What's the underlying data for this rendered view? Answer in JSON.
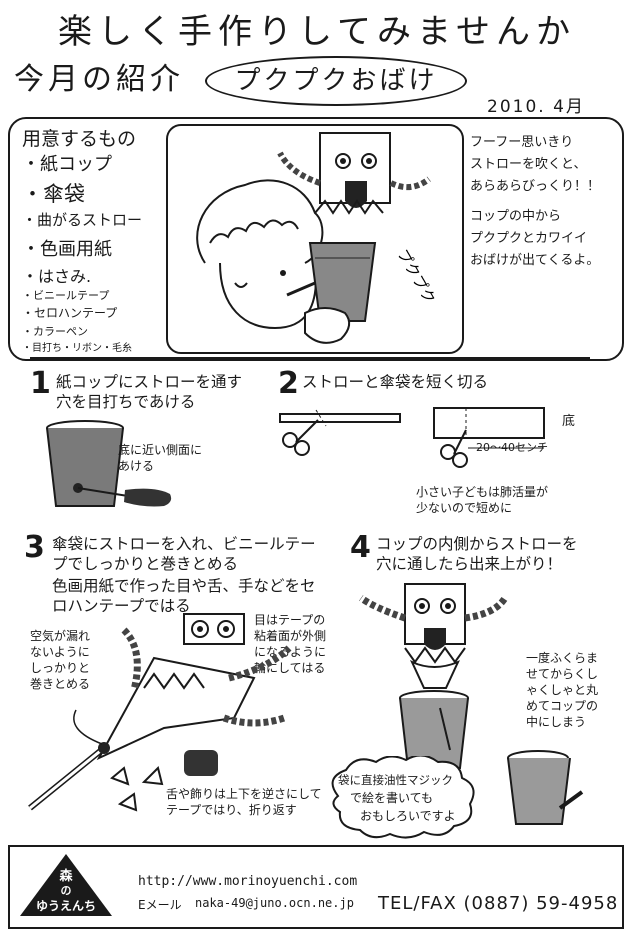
{
  "header": {
    "title_line1": "楽しく手作りしてみませんか",
    "title_line2": "今月の紹介",
    "feature_title": "プクプクおばけ",
    "date": "2010. 4月"
  },
  "materials": {
    "heading": "用意するもの",
    "items": [
      "・紙コップ",
      "・傘袋",
      "・曲がるストロー",
      "・色画用紙",
      "・はさみ.",
      "・ビニールテープ",
      "・セロハンテープ",
      "・カラーペン",
      "・目打ち・リボン・毛糸"
    ]
  },
  "description": {
    "lines": [
      "フーフー思いきり",
      "ストローを吹くと、",
      "あらあらびっくり！！",
      "コップの中から",
      "プクプクとカワイイ",
      "おばけが出てくるよ。"
    ]
  },
  "illustration": {
    "puku_text": "プクプク"
  },
  "steps": [
    {
      "number": "1",
      "lines": [
        "紙コップにストローを通す",
        "穴を目打ちであける"
      ],
      "note_lines": [
        "底に近い側面に",
        "あける"
      ]
    },
    {
      "number": "2",
      "lines": [
        "ストローと傘袋を短く切る"
      ],
      "label_bottom": "底",
      "measure": "20〜40センチ",
      "note_lines": [
        "小さい子どもは肺活量が",
        "少ないので短めに"
      ]
    },
    {
      "number": "3",
      "lines": [
        "傘袋にストローを入れ、ビニールテー",
        "プでしっかりと巻きとめる",
        "色画用紙で作った目や舌、手などをセ",
        "ロハンテープではる"
      ],
      "note_left_lines": [
        "空気が漏れ",
        "ないように",
        "しっかりと",
        "巻きとめる"
      ],
      "note_eyes_lines": [
        "目はテープの",
        "粘着面が外側",
        "になるように",
        "輪にしてはる"
      ],
      "note_bottom_lines": [
        "舌や飾りは上下を逆さにして",
        "テープではり、折り返す"
      ]
    },
    {
      "number": "4",
      "lines": [
        "コップの内側からストローを",
        "穴に通したら出来上がり！"
      ],
      "note_right_lines": [
        "一度ふくらま",
        "せてからくし",
        "ゃくしゃと丸",
        "めてコップの",
        "中にしまう"
      ],
      "cloud_lines": [
        "袋に直接油性マジック",
        "で絵を書いても",
        "おもしろいですよ"
      ]
    }
  ],
  "footer": {
    "logo_lines": [
      "森",
      "の",
      "ゆうえんち"
    ],
    "url": "http://www.morinoyuenchi.com",
    "email_label": "Eメール",
    "email": "naka-49@juno.ocn.ne.jp",
    "tel": "TEL/FAX (0887) 59-4958"
  }
}
